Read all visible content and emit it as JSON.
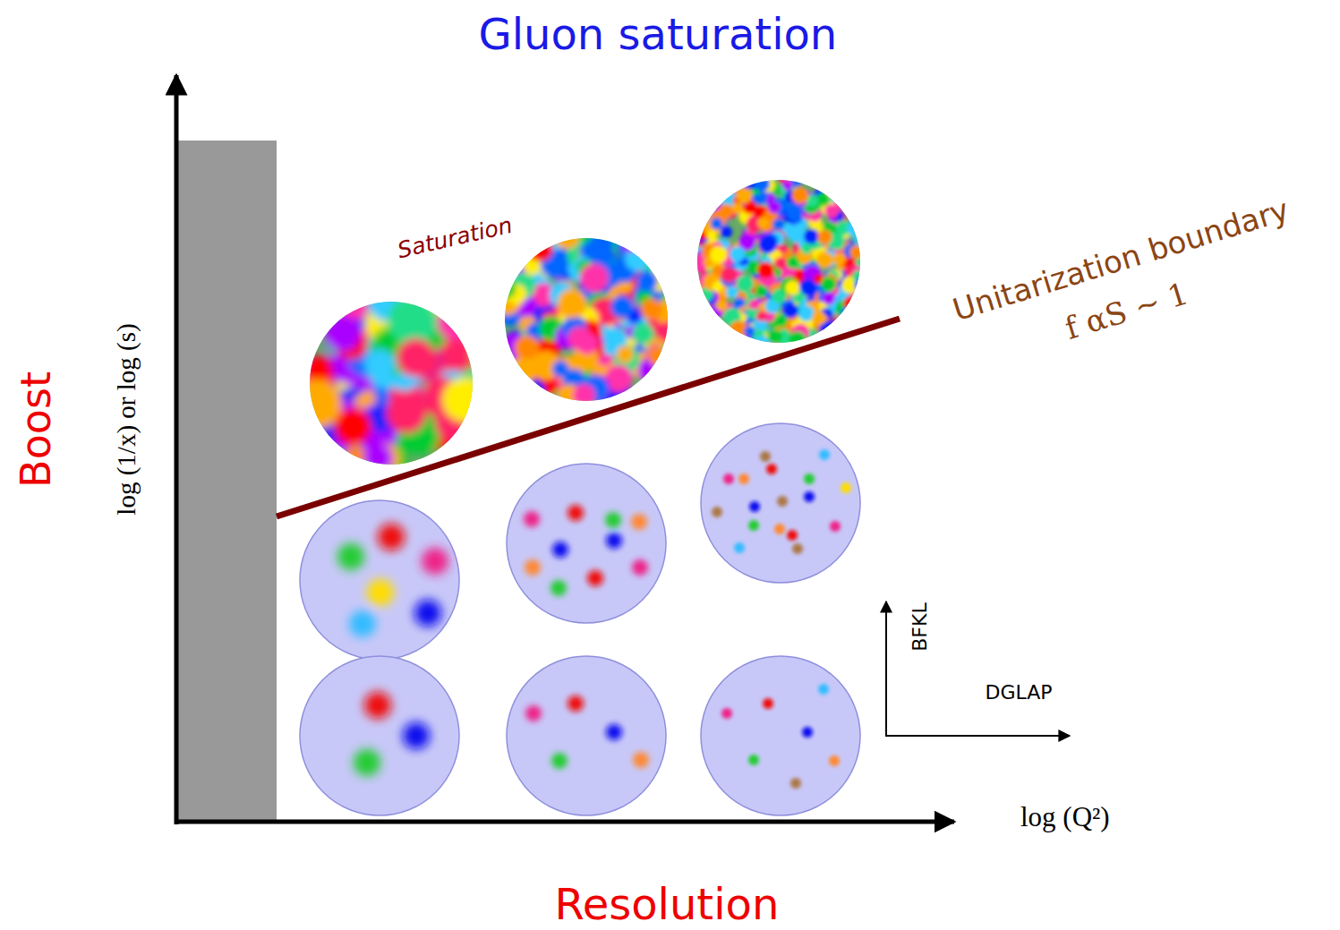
{
  "diagram": {
    "title": "Gluon saturation",
    "labels": [
      "Boost",
      "log (1/x) or log (s)",
      "Saturation",
      "Unitarization boundary",
      "f αS ~ 1",
      "BFKL",
      "DGLAP",
      "log (Q²)",
      "Resolution"
    ]
  }
}
